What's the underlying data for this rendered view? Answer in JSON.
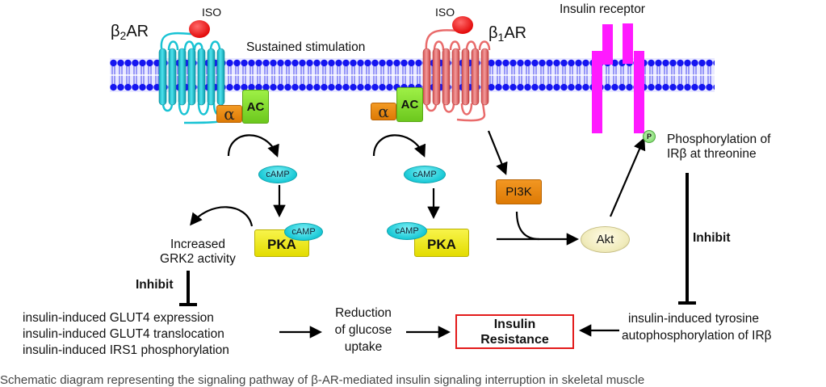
{
  "membrane": {
    "label": "Sustained stimulation"
  },
  "receptors": {
    "beta2": {
      "prefix": "β",
      "subscript": "2",
      "suffix": "AR",
      "color": "#18c3d4"
    },
    "beta1": {
      "prefix": "β",
      "subscript": "1",
      "suffix": "AR",
      "color": "#e96b6b"
    },
    "insulin_receptor": {
      "label": "Insulin receptor",
      "color": "#ff1aff"
    }
  },
  "ligands": {
    "iso_left": "ISO",
    "iso_right": "ISO",
    "color": "#ee1111"
  },
  "proteins": {
    "alpha_left": "α",
    "ac_left": "AC",
    "alpha_right": "α",
    "ac_right": "AC",
    "camp_left": "cAMP",
    "camp_left_bound": "cAMP",
    "pka_left": "PKA",
    "camp_right": "cAMP",
    "camp_right_bound": "cAMP",
    "pka_right": "PKA",
    "pi3k": "PI3K",
    "akt": "Akt",
    "phospho": "P"
  },
  "labels": {
    "grk2": [
      "Increased",
      "GRK2 activity"
    ],
    "inhibit_left": "Inhibit",
    "inhibit_right": "Inhibit",
    "phosphorylation": [
      "Phosphorylation of",
      "IRβ at threonine"
    ],
    "glut4_effects": [
      "insulin-induced GLUT4 expression",
      "insulin-induced GLUT4 translocation",
      "insulin-induced IRS1 phosphorylation"
    ],
    "glucose": [
      "Reduction",
      "of glucose",
      "uptake"
    ],
    "insulin_resistance": [
      "Insulin",
      "Resistance"
    ],
    "tyrosine": [
      "insulin-induced tyrosine",
      "autophosphorylation of IRβ"
    ]
  },
  "caption": "Schematic diagram representing the signaling pathway of β-AR-mediated insulin signaling interruption in skeletal muscle"
}
